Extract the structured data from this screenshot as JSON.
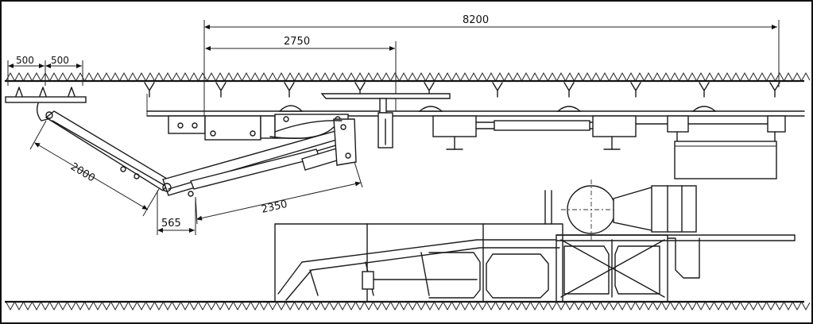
{
  "dimensions": {
    "d_8200": "8200",
    "d_2750": "2750",
    "d_500_left": "500",
    "d_500_right": "500",
    "d_2000": "2000",
    "d_2350": "2350",
    "d_565": "565"
  }
}
